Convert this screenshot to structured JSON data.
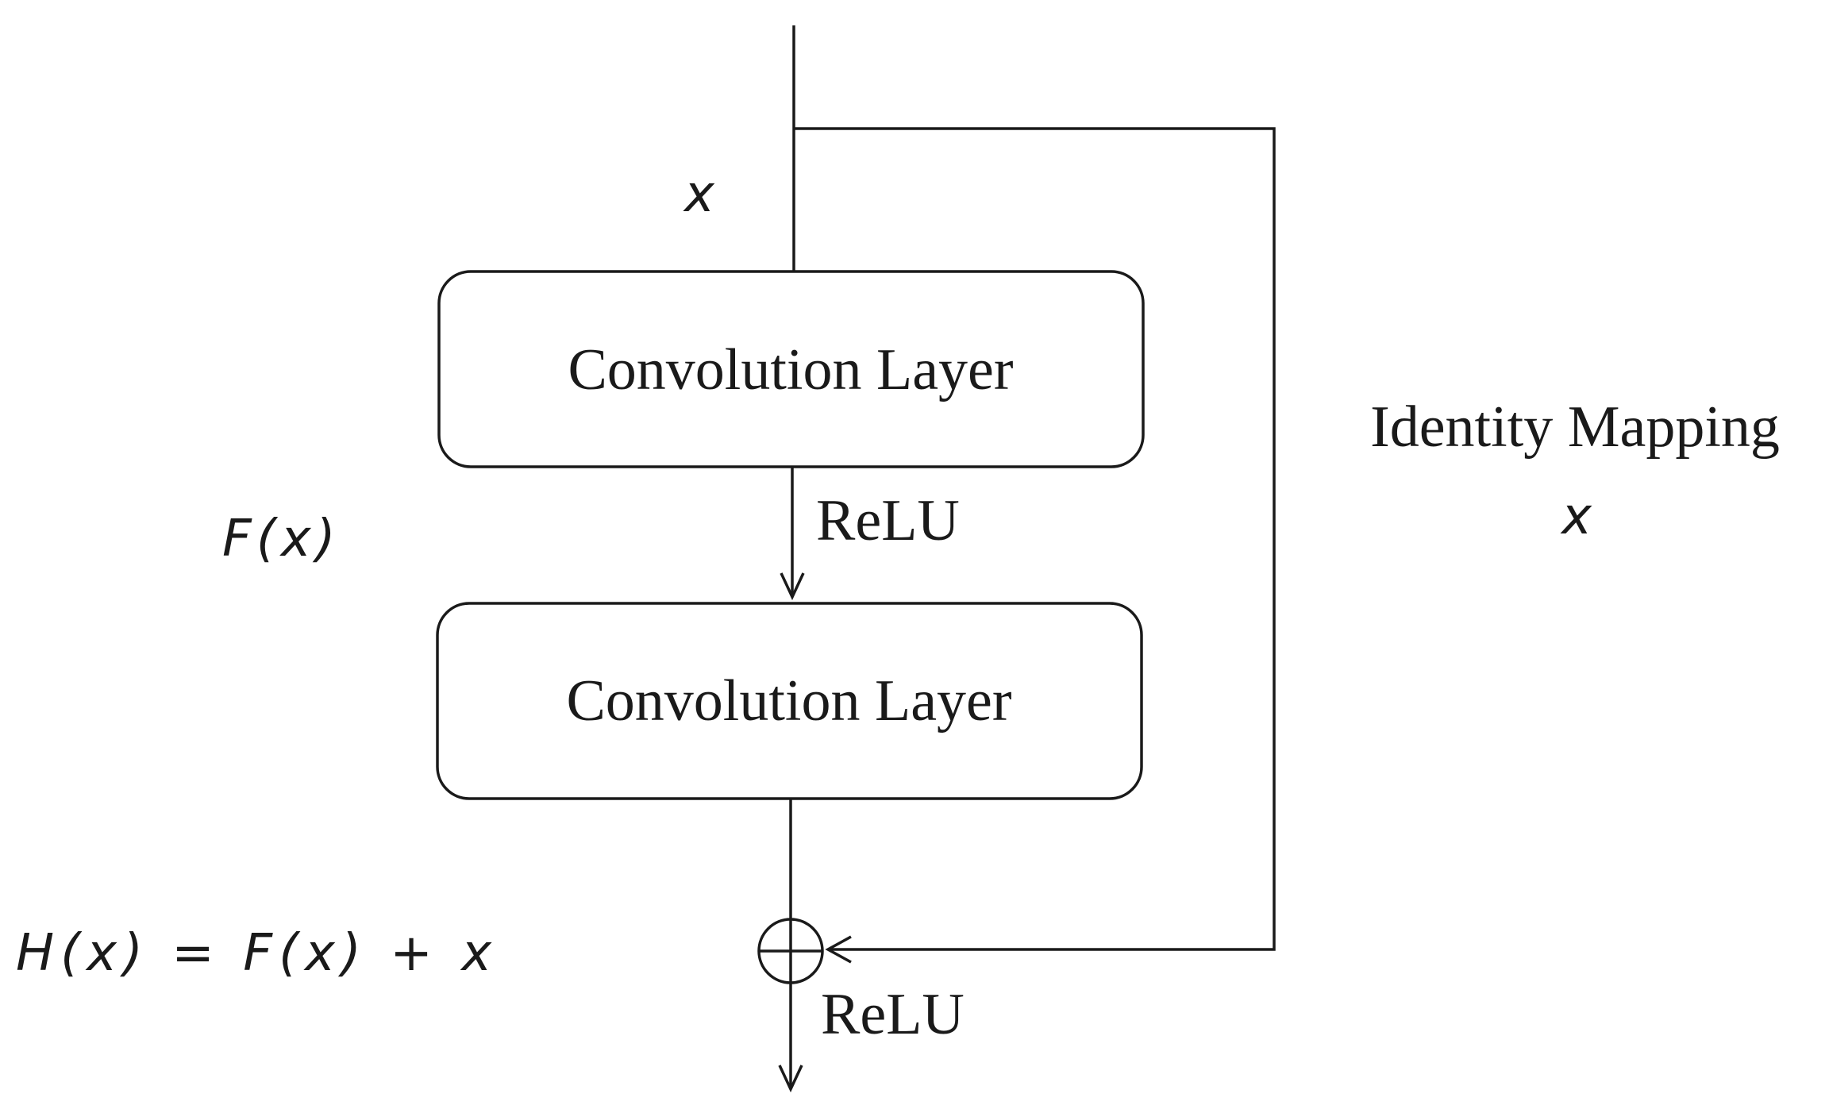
{
  "diagram": {
    "input_label": "x",
    "conv_layer_1": "Convolution Layer",
    "conv_layer_2": "Convolution Layer",
    "relu_middle": "ReLU",
    "relu_output": "ReLU",
    "residual_label": "F(x)",
    "identity_label": "Identity Mapping",
    "identity_var": "x",
    "output_equation": "H(x) = F(x) + x"
  }
}
